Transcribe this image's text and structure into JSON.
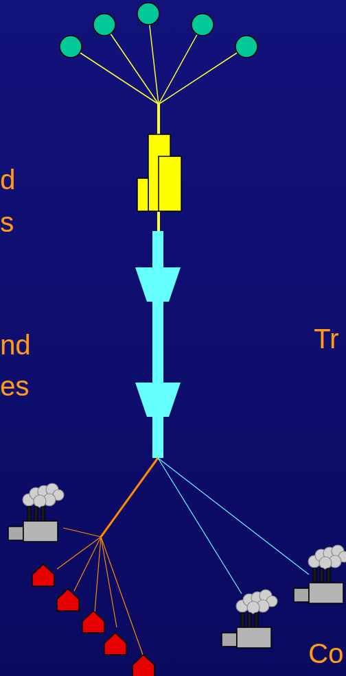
{
  "diagram": {
    "labels": [
      "d",
      "s",
      "nd",
      "es",
      "Tr",
      "Co"
    ]
  }
}
